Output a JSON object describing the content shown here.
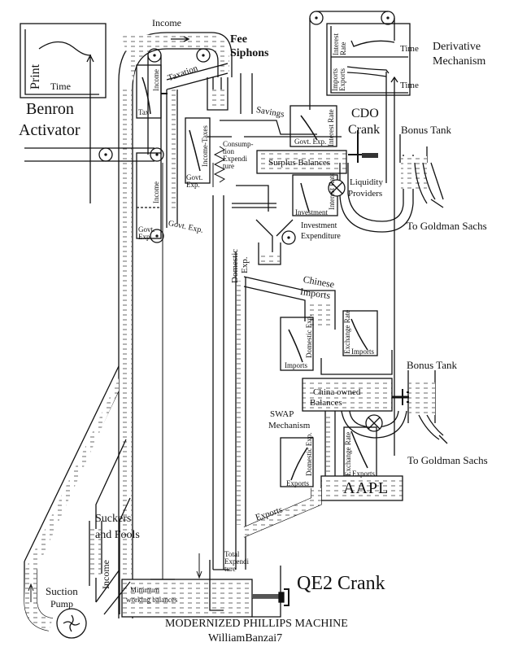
{
  "title": "MODERNIZED PHILLIPS MACHINE",
  "author": "WilliamBanzai7",
  "colors": {
    "ink": "#111111",
    "fluid_dash": "#333333",
    "paper": "#ffffff"
  },
  "benron": {
    "graph_ylabel": "Print",
    "graph_xlabel": "Time",
    "label_line1": "Benron",
    "label_line2": "Activator"
  },
  "derivative": {
    "top_ylabel_1": "Interest",
    "top_ylabel_2": "Rate",
    "top_xlabel": "Time",
    "bottom_ylabel_1": "Imports",
    "bottom_ylabel_2": "Exports",
    "bottom_xlabel": "Time",
    "label_line1": "Derivative",
    "label_line2": "Mechanism"
  },
  "flows": {
    "income_top": "Income",
    "fee_siphons_1": "Fee",
    "fee_siphons_2": "Siphons",
    "taxation": "Taxation",
    "savings": "Savings",
    "govt_exp_pipe": "Govt. Exp.",
    "consumption_1": "Consump-",
    "consumption_2": "tion",
    "consumption_3": "Expendi",
    "consumption_4": "ture",
    "investment_exp_1": "Investment",
    "investment_exp_2": "Expenditure",
    "domestic_exp_1": "Domestic",
    "domestic_exp_2": "Exp.",
    "chinese_imports_1": "Chinese",
    "chinese_imports_2": "Imports",
    "exports_pipe": "Exports",
    "total_exp_1": "Total",
    "total_exp_2": "Expendi",
    "total_exp_3": "ture",
    "income_bottom": "Income"
  },
  "gauges": {
    "tax": {
      "side": "Income",
      "bottom": "Tax"
    },
    "income_taxes": {
      "side": "Income-Taxes",
      "bottom_1": "Govt.",
      "bottom_2": "Exp."
    },
    "govt_exp": {
      "side": "Income",
      "bottom_1": "Govt.",
      "bottom_2": "Exp."
    },
    "interest_rate_top": {
      "side": "Interest Rate",
      "bottom": "Govt. Exp."
    },
    "interest_rate_invest": {
      "side": "Interest Rate",
      "bottom": "Investment"
    },
    "imports_dom": {
      "side": "Domestic Exp.",
      "bottom": "Imports"
    },
    "imports_fx": {
      "side": "Exchange Rate",
      "bottom": "Imports"
    },
    "exports_dom": {
      "side": "Domestic Exp.",
      "bottom": "Exports"
    },
    "exports_fx": {
      "side": "Exchange Rate",
      "bottom": "Exports"
    }
  },
  "tanks": {
    "cdo_1": "CDO",
    "cdo_2": "Crank",
    "surplus": "Surplus Balances",
    "liquidity_1": "Liquidity",
    "liquidity_2": "Providers",
    "bonus_top": "Bonus Tank",
    "goldman_top": "To Goldman Sachs",
    "china_1": "China  owned",
    "china_2": "Balances",
    "bonus_bottom": "Bonus Tank",
    "goldman_bottom": "To Goldman Sachs",
    "swap_1": "SWAP",
    "swap_2": "Mechanism",
    "aapl": "AAPL",
    "suckers_1": "Suckers",
    "suckers_2": "and Fools",
    "min_bal_1": "Minimum",
    "min_bal_2": "working balances",
    "suction_1": "Suction",
    "suction_2": "Pump",
    "qe2": "QE2 Crank"
  }
}
